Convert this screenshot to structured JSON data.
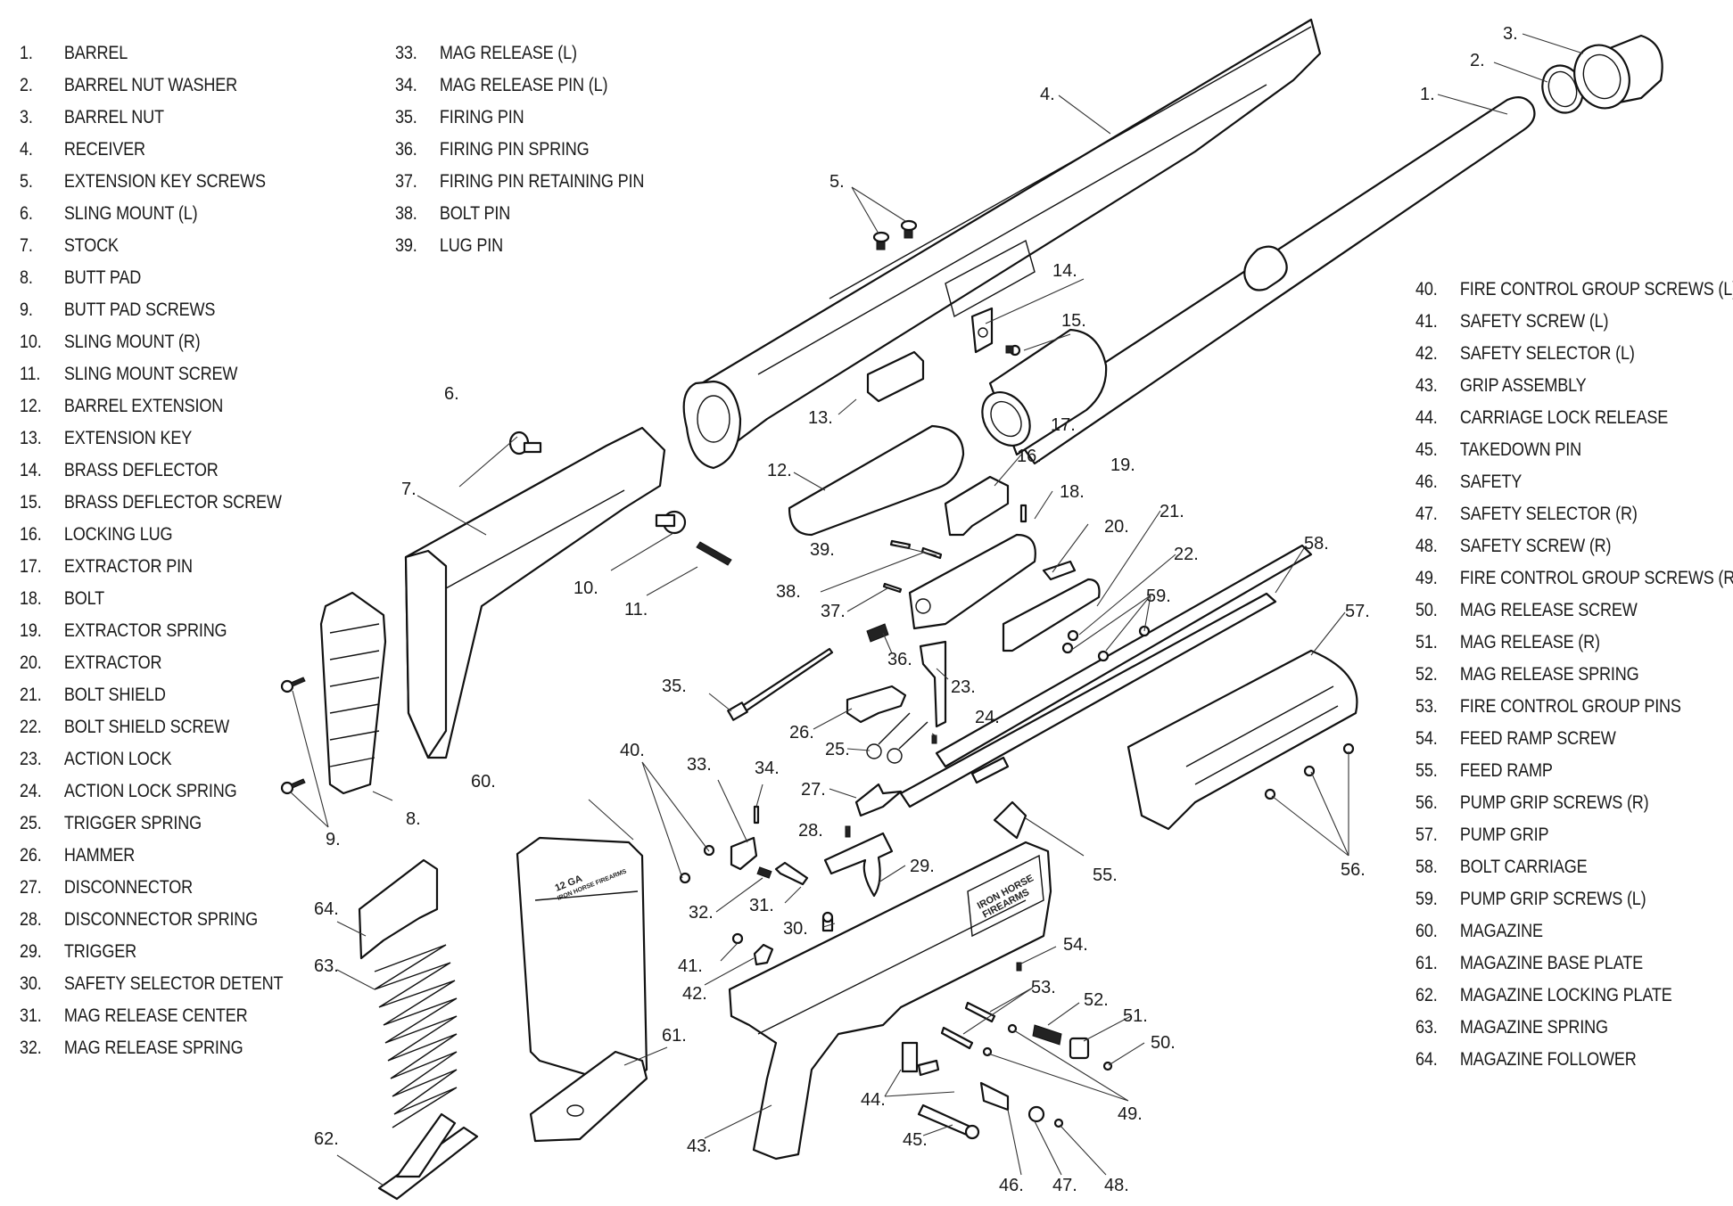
{
  "title": "Exploded parts diagram",
  "parts": [
    {
      "num": "1.",
      "name": "BARREL"
    },
    {
      "num": "2.",
      "name": "BARREL NUT WASHER"
    },
    {
      "num": "3.",
      "name": "BARREL NUT"
    },
    {
      "num": "4.",
      "name": "RECEIVER"
    },
    {
      "num": "5.",
      "name": "EXTENSION KEY SCREWS"
    },
    {
      "num": "6.",
      "name": "SLING MOUNT (L)"
    },
    {
      "num": "7.",
      "name": "STOCK"
    },
    {
      "num": "8.",
      "name": "BUTT PAD"
    },
    {
      "num": "9.",
      "name": "BUTT PAD SCREWS"
    },
    {
      "num": "10.",
      "name": "SLING MOUNT (R)"
    },
    {
      "num": "11.",
      "name": "SLING MOUNT SCREW"
    },
    {
      "num": "12.",
      "name": "BARREL EXTENSION"
    },
    {
      "num": "13.",
      "name": "EXTENSION KEY"
    },
    {
      "num": "14.",
      "name": "BRASS DEFLECTOR"
    },
    {
      "num": "15.",
      "name": "BRASS DEFLECTOR SCREW"
    },
    {
      "num": "16.",
      "name": "LOCKING LUG"
    },
    {
      "num": "17.",
      "name": "EXTRACTOR PIN"
    },
    {
      "num": "18.",
      "name": "BOLT"
    },
    {
      "num": "19.",
      "name": "EXTRACTOR SPRING"
    },
    {
      "num": "20.",
      "name": "EXTRACTOR"
    },
    {
      "num": "21.",
      "name": "BOLT SHIELD"
    },
    {
      "num": "22.",
      "name": "BOLT SHIELD SCREW"
    },
    {
      "num": "23.",
      "name": "ACTION LOCK"
    },
    {
      "num": "24.",
      "name": "ACTION LOCK SPRING"
    },
    {
      "num": "25.",
      "name": "TRIGGER SPRING"
    },
    {
      "num": "26.",
      "name": "HAMMER"
    },
    {
      "num": "27.",
      "name": "DISCONNECTOR"
    },
    {
      "num": "28.",
      "name": "DISCONNECTOR SPRING"
    },
    {
      "num": "29.",
      "name": "TRIGGER"
    },
    {
      "num": "30.",
      "name": "SAFETY SELECTOR DETENT"
    },
    {
      "num": "31.",
      "name": "MAG RELEASE CENTER"
    },
    {
      "num": "32.",
      "name": "MAG RELEASE SPRING"
    },
    {
      "num": "33.",
      "name": "MAG RELEASE (L)"
    },
    {
      "num": "34.",
      "name": "MAG RELEASE PIN (L)"
    },
    {
      "num": "35.",
      "name": "FIRING PIN"
    },
    {
      "num": "36.",
      "name": "FIRING PIN SPRING"
    },
    {
      "num": "37.",
      "name": "FIRING PIN RETAINING PIN"
    },
    {
      "num": "38.",
      "name": "BOLT PIN"
    },
    {
      "num": "39.",
      "name": "LUG PIN"
    },
    {
      "num": "40.",
      "name": "FIRE CONTROL GROUP SCREWS (L)"
    },
    {
      "num": "41.",
      "name": "SAFETY SCREW (L)"
    },
    {
      "num": "42.",
      "name": "SAFETY SELECTOR (L)"
    },
    {
      "num": "43.",
      "name": "GRIP ASSEMBLY"
    },
    {
      "num": "44.",
      "name": "CARRIAGE LOCK RELEASE"
    },
    {
      "num": "45.",
      "name": "TAKEDOWN PIN"
    },
    {
      "num": "46.",
      "name": "SAFETY"
    },
    {
      "num": "47.",
      "name": "SAFETY SELECTOR (R)"
    },
    {
      "num": "48.",
      "name": "SAFETY SCREW (R)"
    },
    {
      "num": "49.",
      "name": "FIRE CONTROL GROUP SCREWS (R)"
    },
    {
      "num": "50.",
      "name": "MAG RELEASE SCREW"
    },
    {
      "num": "51.",
      "name": "MAG RELEASE (R)"
    },
    {
      "num": "52.",
      "name": "MAG RELEASE SPRING"
    },
    {
      "num": "53.",
      "name": "FIRE CONTROL GROUP PINS"
    },
    {
      "num": "54.",
      "name": "FEED RAMP SCREW"
    },
    {
      "num": "55.",
      "name": "FEED RAMP"
    },
    {
      "num": "56.",
      "name": "PUMP GRIP SCREWS (R)"
    },
    {
      "num": "57.",
      "name": "PUMP GRIP"
    },
    {
      "num": "58.",
      "name": "BOLT CARRIAGE"
    },
    {
      "num": "59.",
      "name": "PUMP GRIP SCREWS (L)"
    },
    {
      "num": "60.",
      "name": "MAGAZINE"
    },
    {
      "num": "61.",
      "name": "MAGAZINE BASE PLATE"
    },
    {
      "num": "62.",
      "name": "MAGAZINE LOCKING PLATE"
    },
    {
      "num": "63.",
      "name": "MAGAZINE SPRING"
    },
    {
      "num": "64.",
      "name": "MAGAZINE FOLLOWER"
    }
  ],
  "engravings": {
    "magazine_gauge": "12 GA",
    "magazine_brand": "IRON HORSE FIREARMS",
    "receiver_brand_line1": "IRON HORSE",
    "receiver_brand_line2": "FIREARMS"
  }
}
